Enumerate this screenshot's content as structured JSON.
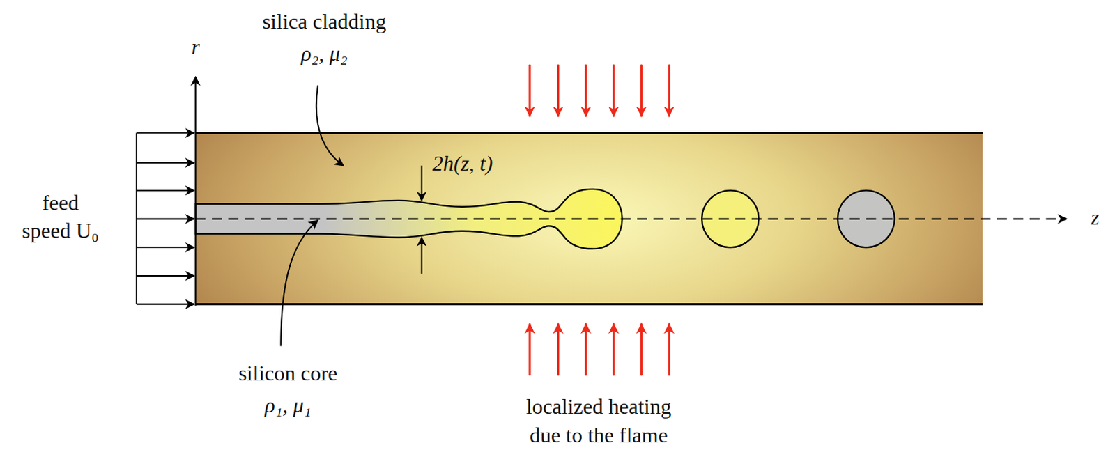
{
  "diagram": {
    "labels": [
      "silica cladding",
      "ρ₂, μ₂",
      "r",
      "2h(z, t)",
      "feed speed U₀",
      "z",
      "silicon core",
      "ρ₁, μ₁",
      "localized heating due to the flame"
    ]
  }
}
